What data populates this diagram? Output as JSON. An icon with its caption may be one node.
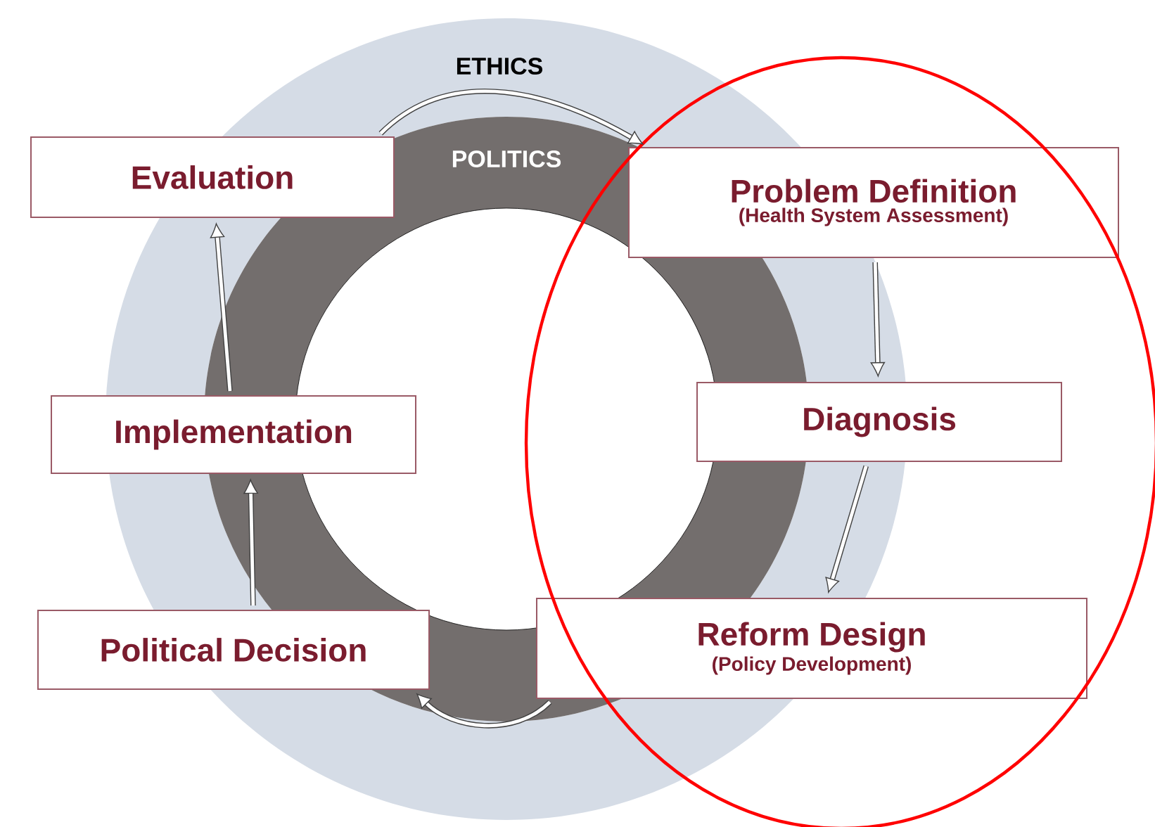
{
  "diagram": {
    "nodes": [
      {
        "text": [
          "Evaluation"
        ]
      },
      {
        "text": [
          "Problem Definition",
          "(Health System Assessment)"
        ]
      },
      {
        "text": [
          "Diagnosis"
        ]
      },
      {
        "text": [
          "Implementation"
        ]
      },
      {
        "text": [
          "Reform Design",
          "(Policy Development)"
        ]
      },
      {
        "text": [
          "Political Decision"
        ]
      }
    ],
    "edges": [
      {
        "from": 0,
        "to": 1,
        "arrow": "to"
      },
      {
        "from": 1,
        "to": 2,
        "arrow": "to"
      },
      {
        "from": 2,
        "to": 4,
        "arrow": "to"
      },
      {
        "from": 4,
        "to": 5,
        "arrow": "to"
      },
      {
        "from": 5,
        "to": 3,
        "arrow": "to"
      },
      {
        "from": 3,
        "to": 0,
        "arrow": "to"
      }
    ],
    "labels": [
      "ETHICS",
      "POLITICS"
    ]
  }
}
